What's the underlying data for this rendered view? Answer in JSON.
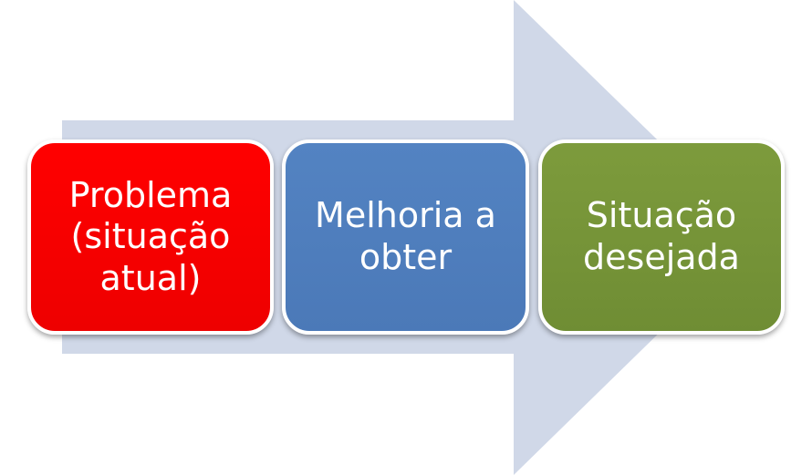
{
  "steps": [
    {
      "label": "Problema\n(situação\natual)",
      "color": "#ff0000"
    },
    {
      "label": "Melhoria a\nobter",
      "color": "#4f81bd"
    },
    {
      "label": "Situação\ndesejada",
      "color": "#77933c"
    }
  ],
  "arrow_color": "#d0d8e8"
}
